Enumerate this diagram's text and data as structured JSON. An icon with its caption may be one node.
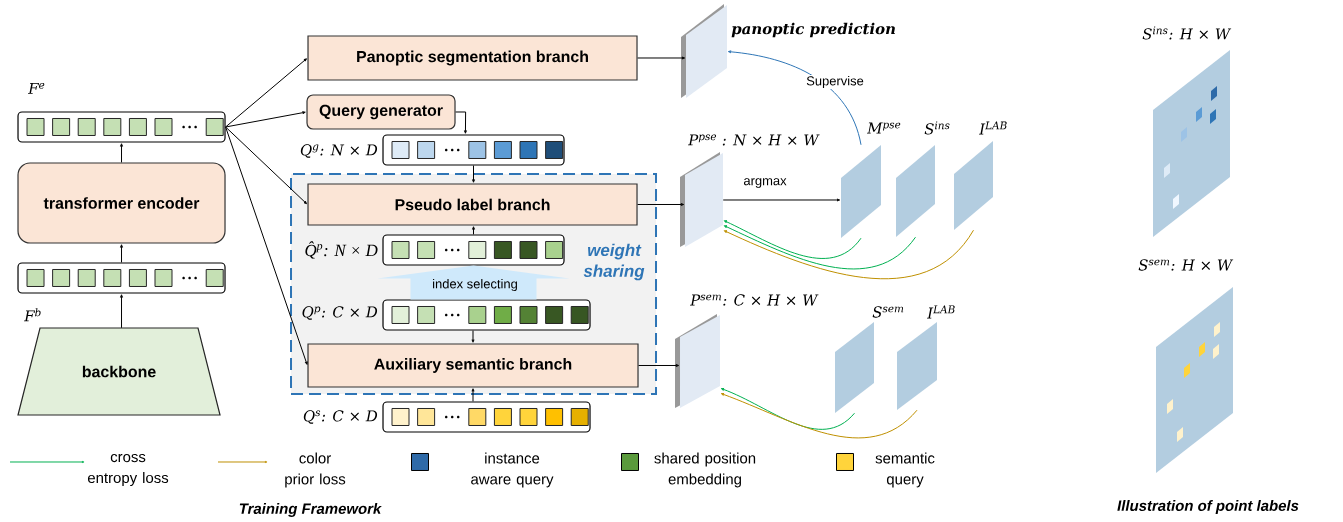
{
  "diagram": {
    "nodes": [
      {
        "text": [
          "backbone"
        ]
      },
      {
        "text": [
          "F$^{b}$"
        ]
      },
      {
        "text": [
          "transformer encoder"
        ]
      },
      {
        "text": [
          "F$^{e}$"
        ]
      },
      {
        "text": [
          "Panoptic segmentation branch"
        ]
      },
      {
        "text": [
          "Query generator"
        ]
      },
      {
        "text": [
          "Q$^{g}$: N × D"
        ]
      },
      {
        "text": [
          "weight sharing"
        ]
      },
      {
        "text": [
          "Pseudo label branch"
        ],
        "in": 7
      },
      {
        "text": [
          "Q̂$^{p}$: N × D"
        ],
        "in": 7
      },
      {
        "text": [
          "Q$^{p}$: C × D"
        ],
        "in": 7
      },
      {
        "text": [
          "Auxiliary semantic branch"
        ],
        "in": 7
      },
      {
        "text": [
          "Q$^{s}$: C × D"
        ]
      },
      {
        "text": [
          "panoptic prediction"
        ]
      },
      {
        "text": [
          "P$^{pse}$ : N × H × W"
        ]
      },
      {
        "text": [
          "M$^{pse}$"
        ]
      },
      {
        "text": [
          "S$^{ins}$"
        ]
      },
      {
        "text": [
          "I$^{LAB}$"
        ]
      },
      {
        "text": [
          "P$^{sem}$: C × H × W"
        ]
      },
      {
        "text": [
          "S$^{sem}$"
        ]
      },
      {
        "text": [
          "I$^{LAB}$"
        ]
      },
      {
        "text": [
          "S$^{ins}$: H × W"
        ]
      },
      {
        "text": [
          "S$^{sem}$: H × W"
        ]
      }
    ],
    "edges": [
      {
        "from": 0,
        "to": 1,
        "arrow": "to"
      },
      {
        "from": 1,
        "to": 2,
        "arrow": "to"
      },
      {
        "from": 2,
        "to": 3,
        "arrow": "to"
      },
      {
        "from": 3,
        "to": 4,
        "arrow": "to"
      },
      {
        "from": 3,
        "to": 5,
        "arrow": "to"
      },
      {
        "from": 3,
        "to": 8,
        "arrow": "to"
      },
      {
        "from": 3,
        "to": 11,
        "arrow": "to"
      },
      {
        "from": 5,
        "to": 6,
        "arrow": "to"
      },
      {
        "from": 6,
        "to": 8,
        "arrow": "to"
      },
      {
        "from": 9,
        "to": 8,
        "arrow": "to"
      },
      {
        "from": 10,
        "to": 9,
        "arrow": "to",
        "label": "index selecting",
        "style": "thick",
        "color": "#cfe9fb"
      },
      {
        "from": 10,
        "to": 11,
        "arrow": "to"
      },
      {
        "from": 12,
        "to": 11,
        "arrow": "to"
      },
      {
        "from": 4,
        "to": 13,
        "arrow": "to"
      },
      {
        "from": 8,
        "to": 14,
        "arrow": "to"
      },
      {
        "from": 11,
        "to": 18,
        "arrow": "to"
      },
      {
        "from": 14,
        "to": 15,
        "arrow": "to",
        "label": "argmax"
      },
      {
        "from": 15,
        "to": 13,
        "arrow": "to",
        "label": "Supervise",
        "color": "#2e75b6"
      },
      {
        "from": 15,
        "to": 14,
        "arrow": "to",
        "color": "#00b050"
      },
      {
        "from": 16,
        "to": 14,
        "arrow": "to",
        "color": "#00b050"
      },
      {
        "from": 17,
        "to": 14,
        "arrow": "to",
        "color": "#bf9000"
      },
      {
        "from": 19,
        "to": 18,
        "arrow": "to",
        "color": "#00b050"
      },
      {
        "from": 20,
        "to": 18,
        "arrow": "to",
        "color": "#bf9000"
      }
    ],
    "labels": [
      "Training Framework",
      "Illustration of point labels"
    ],
    "legend": [
      {
        "text": "cross entropy loss"
      },
      {
        "text": "color prior loss"
      },
      {
        "text": "instance aware query",
        "color": "#2e6aa8"
      },
      {
        "text": "shared position embedding",
        "color": "#5a9a3c"
      },
      {
        "text": "semantic query",
        "color": "#ffd43b"
      }
    ]
  }
}
